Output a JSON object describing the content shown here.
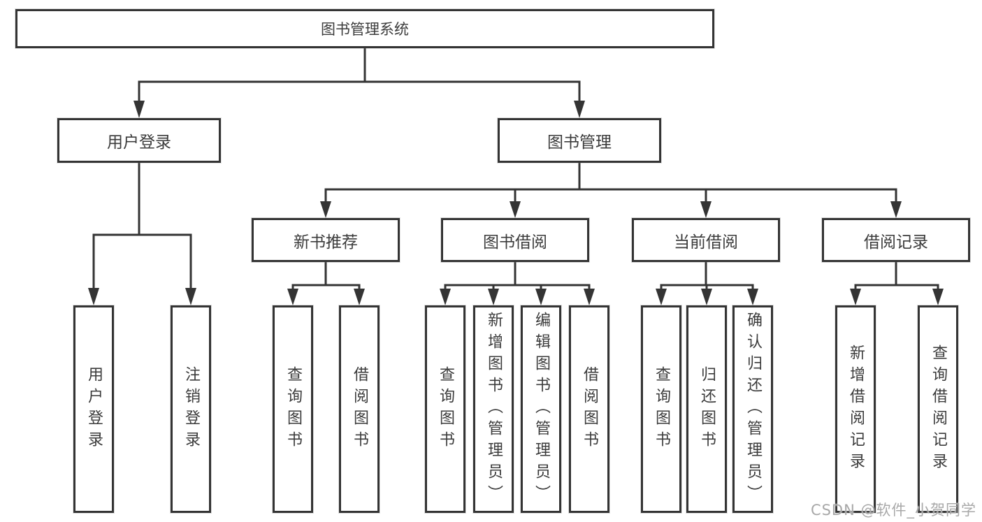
{
  "page": {
    "background": "#ffffff"
  },
  "colors": {
    "line": "#343434",
    "box_border": "#343434",
    "text": "#3b3b3b",
    "watermark": "#a8a8a8"
  },
  "watermark": "CSDN @软件_小贺同学",
  "tree": {
    "root": "图书管理系统",
    "branches": [
      {
        "label": "用户登录",
        "leaves": [
          "用户登录",
          "注销登录"
        ]
      },
      {
        "label": "图书管理",
        "groups": [
          {
            "label": "新书推荐",
            "leaves": [
              "查询图书",
              "借阅图书"
            ]
          },
          {
            "label": "图书借阅",
            "leaves": [
              "查询图书",
              "新增图书（管理员）",
              "编辑图书（管理员）",
              "借阅图书"
            ]
          },
          {
            "label": "当前借阅",
            "leaves": [
              "查询图书",
              "归还图书",
              "确认归还（管理员）"
            ]
          },
          {
            "label": "借阅记录",
            "leaves": [
              "新增借阅记录",
              "查询借阅记录"
            ]
          }
        ]
      }
    ]
  }
}
